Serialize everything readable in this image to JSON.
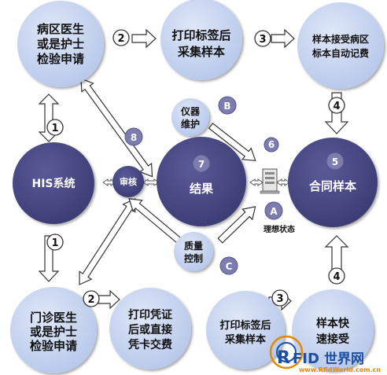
{
  "nodes": {
    "ward_doctor": [
      "病区医生",
      "或是护士",
      "检验申请"
    ],
    "print_label_top": [
      "打印标签后",
      "采集样本"
    ],
    "sample_accept_ward": [
      "样本接受病区",
      "标本自动记费"
    ],
    "his": [
      "HIS系统"
    ],
    "review": [
      "审核"
    ],
    "result": [
      "结果"
    ],
    "qualified_sample": [
      "合同样本"
    ],
    "outpatient_doctor": [
      "门诊医生",
      "或是护士",
      "检验申请"
    ],
    "print_receipt": [
      "打印凭证",
      "后或直接",
      "凭卡交费"
    ],
    "print_label_bottom": [
      "打印标签后",
      "采集样本"
    ],
    "fast_accept": [
      "样本快",
      "速接受"
    ],
    "instrument_maint": [
      "仪器",
      "维护"
    ],
    "quality_control": [
      "质量",
      "控制"
    ]
  },
  "numbers": {
    "n1_top": "1",
    "n2_top": "2",
    "n3_top": "3",
    "n4_top": "4",
    "n1_bottom": "1",
    "n2_bottom": "2",
    "n3_bottom": "3",
    "n4_bottom": "4"
  },
  "badges": {
    "b8": "8",
    "b7": "7",
    "b5": "5",
    "b6": "6",
    "bB": "B",
    "bA": "A",
    "bC": "C"
  },
  "labels": {
    "ideal_state": "理想状态"
  },
  "watermark": {
    "brand_r": "R",
    "brand_fid": "FID",
    "brand_cn": "世界网",
    "url": "www.RfidWorld.com.cn"
  },
  "colors": {
    "light_node": "#c7d4ef",
    "dark_node": "#4a4a86",
    "badge": "#7c7cb0",
    "arrow_fill": "#ffffff",
    "arrow_stroke": "#333333"
  }
}
